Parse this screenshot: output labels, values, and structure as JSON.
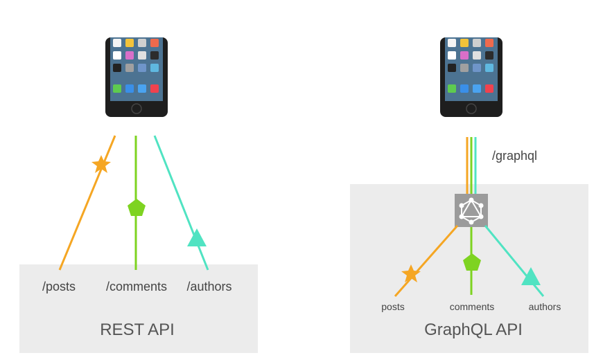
{
  "left_panel": {
    "title": "REST API",
    "endpoints": [
      {
        "label": "/posts",
        "color": "#f5a623",
        "shape": "star-icon"
      },
      {
        "label": "/comments",
        "color": "#7ed321",
        "shape": "pentagon-icon"
      },
      {
        "label": "/authors",
        "color": "#50e3c2",
        "shape": "triangle-icon"
      }
    ]
  },
  "right_panel": {
    "title": "GraphQL API",
    "endpoint_label": "/graphql",
    "resources": [
      {
        "label": "posts",
        "color": "#f5a623",
        "shape": "star-icon"
      },
      {
        "label": "comments",
        "color": "#7ed321",
        "shape": "pentagon-icon"
      },
      {
        "label": "authors",
        "color": "#50e3c2",
        "shape": "triangle-icon"
      }
    ],
    "hub_icon": "graphql-logo-icon"
  },
  "colors": {
    "panel_bg": "#ececec",
    "hub_bg": "#9b9b9b",
    "posts": "#f5a623",
    "comments": "#7ed321",
    "authors": "#50e3c2"
  }
}
